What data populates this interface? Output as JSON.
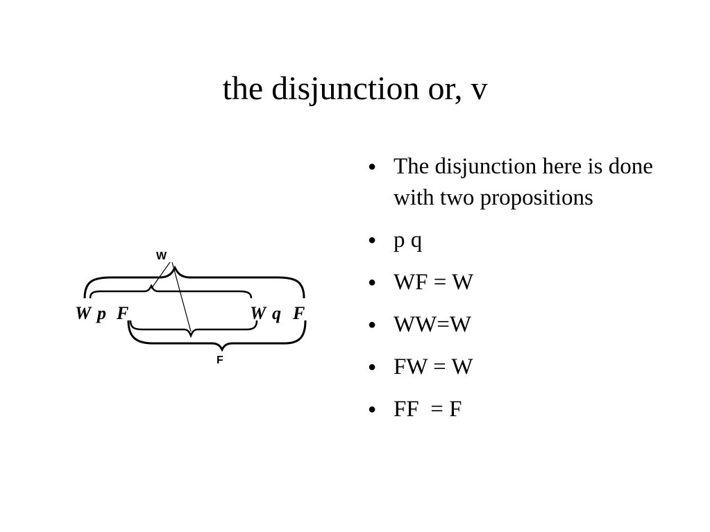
{
  "slide": {
    "title": "the disjunction or, v",
    "bullet_marker": "●",
    "bullets": [
      {
        "text": "The disjunction here is done with two propositions"
      },
      {
        "text": "p q"
      },
      {
        "text": "WF = W"
      },
      {
        "text": "WW=W"
      },
      {
        "text": "FW = W"
      },
      {
        "text": "FF  = F"
      }
    ]
  },
  "figure": {
    "top_label": "W",
    "bottom_label": "F",
    "left_group": {
      "w": "W",
      "p": "p",
      "f": "F"
    },
    "right_group": {
      "w": "W",
      "q": "q",
      "f": "F"
    }
  }
}
